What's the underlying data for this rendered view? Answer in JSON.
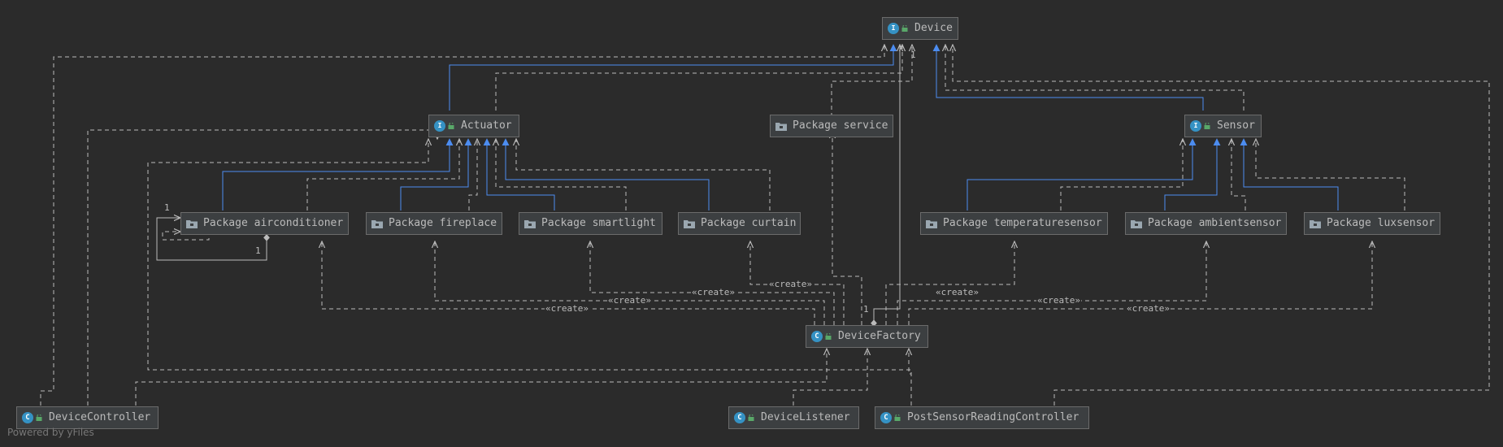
{
  "diagram": {
    "colors": {
      "background": "#2b2b2b",
      "node_fill": "#3c3f41",
      "node_border": "#6b6b6b",
      "text": "#bbbbbb",
      "inheritance_edge": "#4c8cf0",
      "dependency_edge": "#bbbbbb",
      "class_icon": "#3592c4",
      "visibility_icon": "#59a869"
    },
    "nodes": {
      "device": {
        "label": "Device",
        "kind": "interface"
      },
      "actuator": {
        "label": "Actuator",
        "kind": "interface"
      },
      "sensor": {
        "label": "Sensor",
        "kind": "interface"
      },
      "package_service": {
        "label": "Package service",
        "kind": "package"
      },
      "package_airconditioner": {
        "label": "Package airconditioner",
        "kind": "package"
      },
      "package_fireplace": {
        "label": "Package fireplace",
        "kind": "package"
      },
      "package_smartlight": {
        "label": "Package smartlight",
        "kind": "package"
      },
      "package_curtain": {
        "label": "Package curtain",
        "kind": "package"
      },
      "package_temperaturesensor": {
        "label": "Package temperaturesensor",
        "kind": "package"
      },
      "package_ambientsensor": {
        "label": "Package ambientsensor",
        "kind": "package"
      },
      "package_luxsensor": {
        "label": "Package luxsensor",
        "kind": "package"
      },
      "device_factory": {
        "label": "DeviceFactory",
        "kind": "class"
      },
      "device_controller": {
        "label": "DeviceController",
        "kind": "class"
      },
      "device_listener": {
        "label": "DeviceListener",
        "kind": "class"
      },
      "post_sensor_reading_controller": {
        "label": "PostSensorReadingController",
        "kind": "class"
      }
    },
    "edge_labels": {
      "create_curtain": "«create»",
      "create_smartlight": "«create»",
      "create_fireplace": "«create»",
      "create_airconditioner": "«create»",
      "create_temperaturesensor": "«create»",
      "create_ambientsensor": "«create»",
      "create_luxsensor": "«create»"
    },
    "multiplicities": {
      "device_end": "1",
      "factory_end": "1",
      "aircon_self_top": "1",
      "aircon_self_bottom": "1"
    },
    "icons": {
      "interface": "interface-icon",
      "class": "class-icon",
      "package": "package-folder-icon",
      "visibility": "public-lock-icon"
    }
  },
  "footer": {
    "text": "Powered by yFiles"
  }
}
